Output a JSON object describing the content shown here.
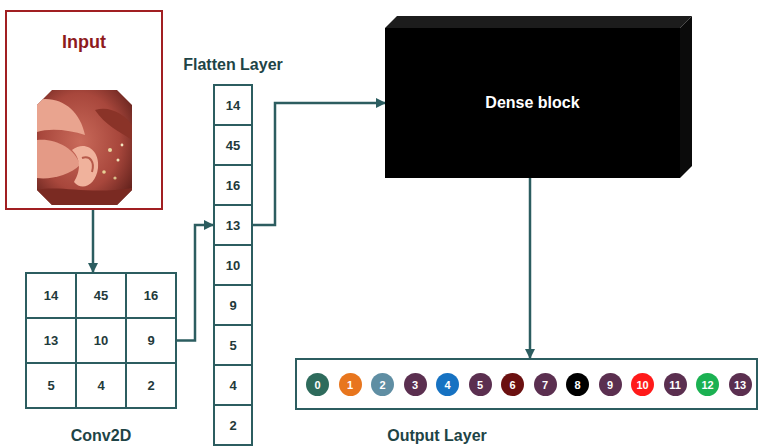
{
  "diagram": {
    "nodes": [
      {
        "text": [
          "Input"
        ]
      },
      {
        "text": [
          "Conv2D"
        ]
      },
      {
        "text": [
          "14"
        ],
        "in": 1
      },
      {
        "text": [
          "45"
        ],
        "in": 1
      },
      {
        "text": [
          "16"
        ],
        "in": 1
      },
      {
        "text": [
          "13"
        ],
        "in": 1
      },
      {
        "text": [
          "10"
        ],
        "in": 1
      },
      {
        "text": [
          "9"
        ],
        "in": 1
      },
      {
        "text": [
          "5"
        ],
        "in": 1
      },
      {
        "text": [
          "4"
        ],
        "in": 1
      },
      {
        "text": [
          "2"
        ],
        "in": 1
      },
      {
        "text": [
          "Flatten Layer"
        ]
      },
      {
        "text": [
          "14"
        ],
        "in": 11
      },
      {
        "text": [
          "45"
        ],
        "in": 11
      },
      {
        "text": [
          "16"
        ],
        "in": 11
      },
      {
        "text": [
          "13"
        ],
        "in": 11
      },
      {
        "text": [
          "10"
        ],
        "in": 11
      },
      {
        "text": [
          "9"
        ],
        "in": 11
      },
      {
        "text": [
          "5"
        ],
        "in": 11
      },
      {
        "text": [
          "4"
        ],
        "in": 11
      },
      {
        "text": [
          "2"
        ],
        "in": 11
      },
      {
        "text": [
          "Dense block"
        ]
      },
      {
        "text": [
          "Output Layer"
        ]
      },
      {
        "text": [
          "0"
        ],
        "in": 22
      },
      {
        "text": [
          "1"
        ],
        "in": 22
      },
      {
        "text": [
          "2"
        ],
        "in": 22
      },
      {
        "text": [
          "3"
        ],
        "in": 22
      },
      {
        "text": [
          "4"
        ],
        "in": 22
      },
      {
        "text": [
          "5"
        ],
        "in": 22
      },
      {
        "text": [
          "6"
        ],
        "in": 22
      },
      {
        "text": [
          "7"
        ],
        "in": 22
      },
      {
        "text": [
          "8"
        ],
        "in": 22
      },
      {
        "text": [
          "9"
        ],
        "in": 22
      },
      {
        "text": [
          "10"
        ],
        "in": 22
      },
      {
        "text": [
          "11"
        ],
        "in": 22
      },
      {
        "text": [
          "12"
        ],
        "in": 22
      },
      {
        "text": [
          "13"
        ],
        "in": 22
      }
    ],
    "edges": [
      {
        "from": 0,
        "to": 1,
        "arrow": "to"
      },
      {
        "from": 7,
        "to": 15,
        "arrow": "to"
      },
      {
        "from": 15,
        "to": 21,
        "arrow": "to"
      },
      {
        "from": 21,
        "to": 22,
        "arrow": "to"
      }
    ]
  }
}
